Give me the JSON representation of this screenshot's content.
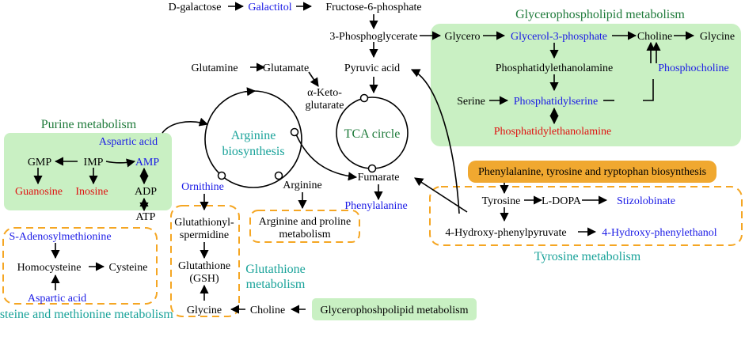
{
  "colors": {
    "green_region": "#c9f0c3",
    "orange_region": "#f5a623",
    "orange_pill": "#f0a830",
    "blue_text": "#1a1ae6",
    "red_text": "#e01010",
    "green_title": "#1e7a3a",
    "teal_title": "#1aa39a"
  },
  "sections": {
    "glycerophospholipid": "Glycerophospholipid metabolism",
    "purine": "Purine metabolism",
    "arginine_line1": "Arginine",
    "arginine_line2": "biosynthesis",
    "tca": "TCA circle",
    "glutathione_line1": "Glutathione",
    "glutathione_line2": "metabolism",
    "cysteine": "Cysteine and methionine metabolism",
    "tyrosine": "Tyrosine metabolism",
    "phe_biosynthesis": "Phenylalanine, tyrosine and ryptophan biosynthesis",
    "glycerophosphpolipid_box": "Glycerophoshpolipid metabolism",
    "arg_proline_line1": "Arginine and proline",
    "arg_proline_line2": "metabolism"
  },
  "nodes": {
    "d_galactose": "D-galactose",
    "galactitol": "Galactitol",
    "fructose_6p": "Fructose-6-phosphate",
    "pga3": "3-Phosphoglycerate",
    "glycero": "Glycero",
    "glycerol_3p": "Glycerol-3-phosphate",
    "choline_top": "Choline",
    "glycine_top": "Glycine",
    "phosphatidylethanolamine": "Phosphatidylethanolamine",
    "phosphocholine": "Phosphocholine",
    "serine": "Serine",
    "phosphatidylserine": "Phosphatidylserine",
    "phosphatidylethanolamine_red": "Phosphatidylethanolamine",
    "glutamine": "Glutamine",
    "glutamate": "Glutamate",
    "pyruvic_acid": "Pyruvic acid",
    "alpha_keto_line1": "α-Keto-",
    "alpha_keto_line2": "glutarate",
    "aspartic_acid_top": "Aspartic acid",
    "gmp": "GMP",
    "imp": "IMP",
    "amp": "AMP",
    "guanosine": "Guanosine",
    "inosine": "Inosine",
    "adp": "ADP",
    "atp": "ATP",
    "ornithine": "Ornithine",
    "arginine": "Arginine",
    "fumarate": "Fumarate",
    "phenylalanine": "Phenylalanine",
    "tyrosine": "Tyrosine",
    "l_dopa": "L-DOPA",
    "stizolobinate": "Stizolobinate",
    "hydroxy_phenylpyruvate": "4-Hydroxy-phenylpyruvate",
    "hydroxy_phenylethanol": "4-Hydroxy-phenylethanol",
    "s_adenosylmethionine": "S-Adenosylmethionine",
    "homocysteine": "Homocysteine",
    "cysteine": "Cysteine",
    "aspartic_acid_bottom": "Aspartic acid",
    "glutathionyl_line1": "Glutathionyl-",
    "glutathionyl_line2": "spermidine",
    "glutathione_line1": "Glutathione",
    "glutathione_line2": "(GSH)",
    "glycine_bottom": "Glycine",
    "choline_bottom": "Choline"
  }
}
